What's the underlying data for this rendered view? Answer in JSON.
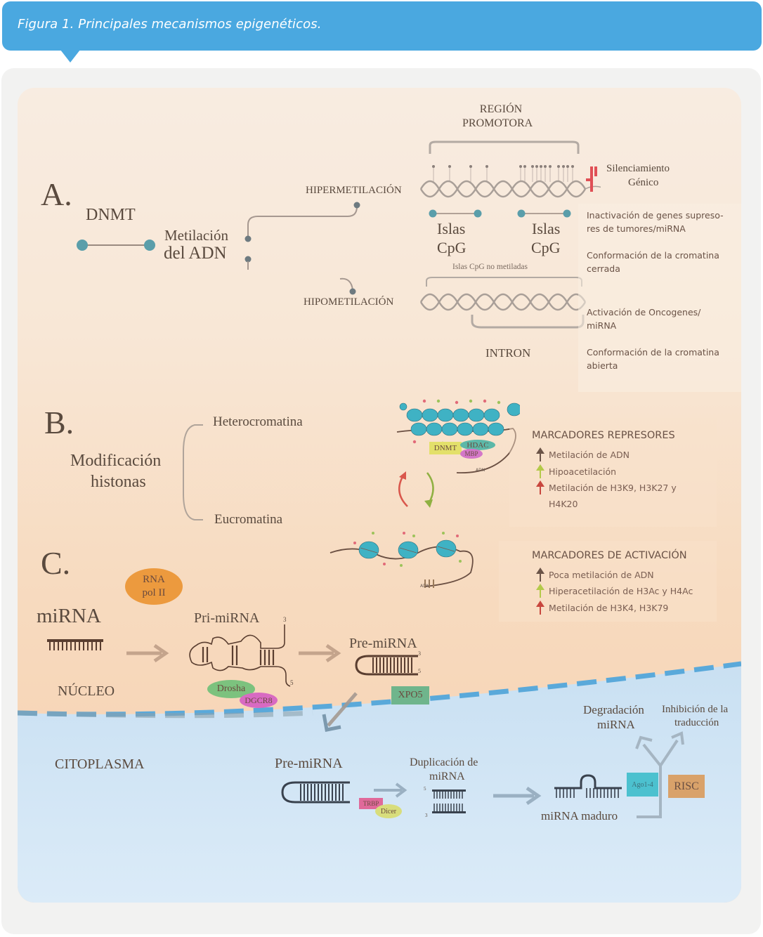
{
  "caption": {
    "text": "Figura 1. Principales mecanismos epigenéticos.",
    "color": "#4aa8e0"
  },
  "section_a": {
    "letter": "A.",
    "enzyme": "DNMT",
    "process_line1": "Metilación",
    "process_line2": "del ADN",
    "promoter_line1": "REGIÓN",
    "promoter_line2": "PROMOTORA",
    "hyper_label": "HIPERMETILACIÓN",
    "hypo_label": "HIPOMETILACIÓN",
    "silencing_line1": "Silenciamiento",
    "silencing_line2": "Génico",
    "cpg_island_1_line1": "Islas",
    "cpg_island_1_line2": "CpG",
    "cpg_island_2_line1": "Islas",
    "cpg_island_2_line2": "CpG",
    "unmethylated_label": "Islas CpG no metiladas",
    "intron_label": "INTRON",
    "notes": [
      "Inactivación de genes supreso-res de tumores/miRNA",
      "Conformación de la cromatina cerrada",
      "Activación de Oncogenes/ miRNA",
      "Conformación de la cromatina abierta"
    ]
  },
  "section_b": {
    "letter": "B.",
    "title_line1": "Modificación",
    "title_line2": "histonas",
    "heterochromatin": "Heterocromatina",
    "euchromatin": "Eucromatina",
    "complex_labels": {
      "dnmt": "DNMT",
      "hdac": "HDAC",
      "mbp": "MBP",
      "adn_top": "ADN",
      "adn_bottom": "ADN"
    },
    "repressors": {
      "title": "MARCADORES REPRESORES",
      "items": [
        {
          "label": "Metilación de ADN",
          "arrow_color": "#6b5448"
        },
        {
          "label": "Hipoacetilación",
          "arrow_color": "#b4c94a"
        },
        {
          "label": "Metilación de H3K9, H3K27 y",
          "arrow_color": "#c8473e"
        },
        {
          "label": "H4K20",
          "arrow_color": ""
        }
      ]
    },
    "activators": {
      "title": "MARCADORES DE ACTIVACIÓN",
      "items": [
        {
          "label": "Poca metilación de ADN",
          "arrow_color": "#6b5448"
        },
        {
          "label": "Hiperacetilación de H3Ac y H4Ac",
          "arrow_color": "#b4c94a"
        },
        {
          "label": "Metilación de H3K4, H3K79",
          "arrow_color": "#c8473e"
        }
      ]
    }
  },
  "section_c": {
    "letter": "C.",
    "mirna": "miRNA",
    "rna_pol_line1": "RNA",
    "rna_pol_line2": "pol II",
    "pri_mirna": "Pri-miRNA",
    "pre_mirna_nucleus": "Pre-miRNA",
    "nucleus": "NÚCLEO",
    "drosha": "Drosha",
    "dgcr8": "DGCR8",
    "xpo5": "XPO5",
    "cytoplasm": "CITOPLASMA",
    "pre_mirna_cyto": "Pre-miRNA",
    "trbp": "TRBP",
    "dicer": "Dicer",
    "duplex_line1": "Duplicación de",
    "duplex_line2": "miRNA",
    "mature": "miRNA maduro",
    "ago": "Ago1-4",
    "risc": "RISC",
    "degradation_line1": "Degradación",
    "degradation_line2": "miRNA",
    "inhibition_line1": "Inhibición de la",
    "inhibition_line2": "traducción",
    "end3": "3",
    "end5": "5"
  }
}
